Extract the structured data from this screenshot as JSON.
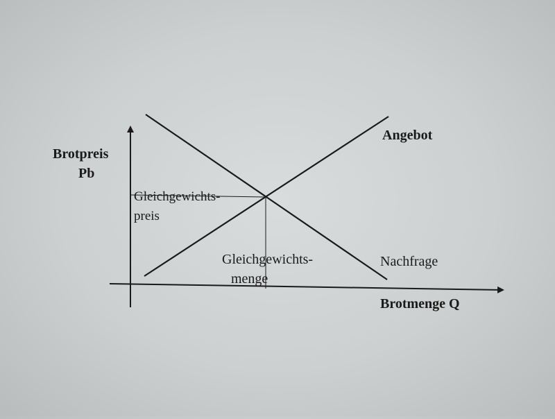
{
  "diagram": {
    "y_axis_label_line1": "Brotpreis",
    "y_axis_label_line2": "Pb",
    "x_axis_label": "Brotmenge Q",
    "supply_label": "Angebot",
    "demand_label": "Nachfrage",
    "eq_price_label_line1": "Gleichgewichts-",
    "eq_price_label_line2": "preis",
    "eq_quantity_label_line1": "Gleichgewichts-",
    "eq_quantity_label_line2": "menge",
    "colors": {
      "line": "#1a1a1a",
      "background": "#d4d7d7"
    }
  }
}
